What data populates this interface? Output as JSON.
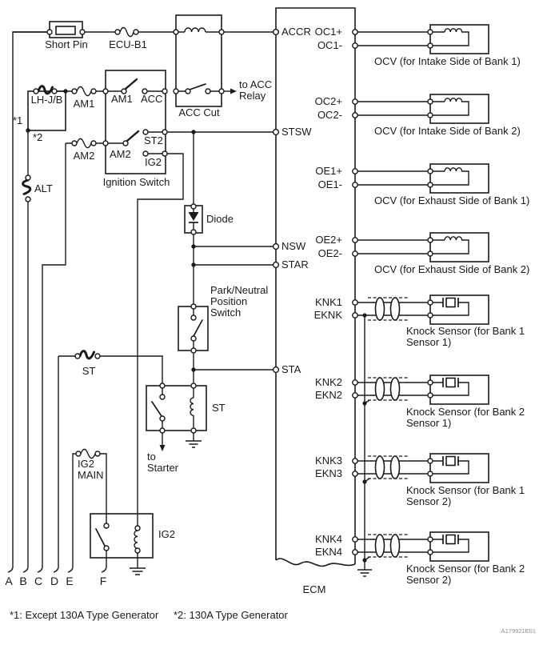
{
  "top": {
    "short_pin": "Short Pin",
    "ecu_b1": "ECU-B1",
    "acc_cut": "ACC Cut",
    "to_acc_relay": "to ACC\nRelay"
  },
  "left": {
    "lh_jb": "LH-J/B",
    "note1": "*1",
    "note2": "*2",
    "am1": "AM1",
    "am2": "AM2",
    "alt": "ALT",
    "st": "ST",
    "ig2_main": "IG2\nMAIN"
  },
  "ignition": {
    "am1": "AM1",
    "acc": "ACC",
    "st2": "ST2",
    "ig2": "IG2",
    "am2": "AM2",
    "caption": "Ignition Switch"
  },
  "middle": {
    "diode": "Diode",
    "pn_switch": "Park/Neutral\nPosition\nSwitch",
    "st_relay": "ST",
    "to_starter": "to\nStarter",
    "ig2_relay": "IG2"
  },
  "ecm": {
    "caption": "ECM",
    "left_pins": [
      {
        "label": "ACCR"
      },
      {
        "label": "STSW"
      },
      {
        "label": "NSW"
      },
      {
        "label": "STAR"
      },
      {
        "label": "STA"
      }
    ]
  },
  "right": {
    "ocv": [
      {
        "plus": "OC1+",
        "minus": "OC1-",
        "caption": "OCV (for Intake Side of Bank 1)"
      },
      {
        "plus": "OC2+",
        "minus": "OC2-",
        "caption": "OCV (for Intake Side of Bank 2)"
      },
      {
        "plus": "OE1+",
        "minus": "OE1-",
        "caption": "OCV (for Exhaust Side of Bank 1)"
      },
      {
        "plus": "OE2+",
        "minus": "OE2-",
        "caption": "OCV (for Exhaust Side of Bank 2)"
      }
    ],
    "knock": [
      {
        "plus": "KNK1",
        "minus": "EKNK",
        "caption": "Knock Sensor (for Bank 1\nSensor 1)"
      },
      {
        "plus": "KNK2",
        "minus": "EKN2",
        "caption": "Knock Sensor (for Bank 2\nSensor 1)"
      },
      {
        "plus": "KNK3",
        "minus": "EKN3",
        "caption": "Knock Sensor (for Bank 1\nSensor 2)"
      },
      {
        "plus": "KNK4",
        "minus": "EKN4",
        "caption": "Knock Sensor (for Bank 2\nSensor 2)"
      }
    ]
  },
  "bottom": {
    "connectors": [
      "A",
      "B",
      "C",
      "D",
      "E",
      "F"
    ],
    "footnote1": "*1: Except 130A Type Generator",
    "footnote2": "*2: 130A Type Generator",
    "doc_id": "A179921E01"
  }
}
